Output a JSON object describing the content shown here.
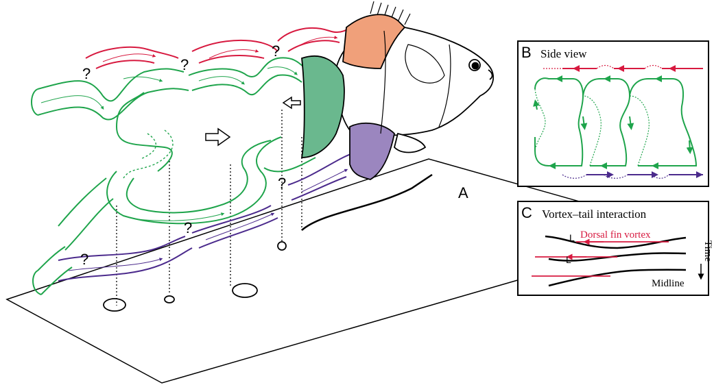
{
  "colors": {
    "dorsal": "#d7193f",
    "caudal": "#1ea44b",
    "anal": "#4b2a8c",
    "dorsal_fin_fill": "#f0a07a",
    "caudal_fin_fill": "#6ab88e",
    "anal_fin_fill": "#9b86bf",
    "ink": "#000000"
  },
  "panel_a": {
    "label": "A",
    "question_mark": "?"
  },
  "panel_b": {
    "label": "B",
    "title": "Side view"
  },
  "panel_c": {
    "label": "C",
    "title": "Vortex–tail interaction",
    "dorsal_label": "Dorsal fin vortex",
    "l_label": "L",
    "time_label": "Time",
    "midline_label": "Midline"
  }
}
